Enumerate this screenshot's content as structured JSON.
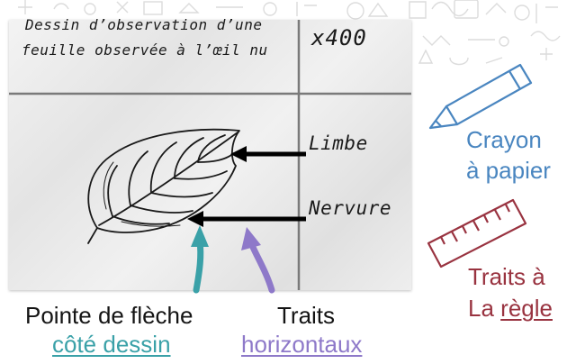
{
  "table": {
    "title_line1": "Dessin d’observation d’une",
    "title_line2": "feuille observée à l’œil nu",
    "zoom": "x400"
  },
  "labels": {
    "limbe": "Limbe",
    "nervure": "Nervure"
  },
  "captions": {
    "arrow_tip_line1": "Pointe de flèche",
    "arrow_tip_line2": "côté dessin",
    "lines_line1": "Traits",
    "lines_line2": "horizontaux"
  },
  "tools": {
    "pencil_line1": "Crayon",
    "pencil_line2": "à papier",
    "ruler_line1": "Traits à",
    "ruler_line2_prefix": "La ",
    "ruler_line2_word": "règle"
  },
  "colors": {
    "teal": "#3aa1a8",
    "lavender": "#8e79c9",
    "blue": "#4a86c0",
    "crimson": "#993340"
  },
  "icons": [
    "pencil-icon",
    "ruler-icon",
    "leaf-icon",
    "arrow-icon"
  ]
}
